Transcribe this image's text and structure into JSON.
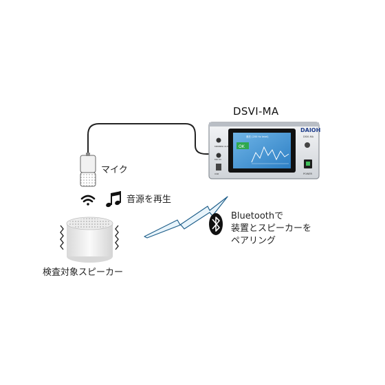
{
  "device": {
    "title": "DSVI-MA",
    "brand": "DAIOH",
    "model": "DSVI-MA",
    "screen_ok": "OK",
    "panel_labels": [
      "MEMBER OUT",
      "MIC IN",
      "USB"
    ],
    "power_label": "POWER",
    "screen_header": "音圧 (200 Hz level)"
  },
  "labels": {
    "mic": "マイク",
    "play": "音源を再生",
    "target": "検査対象スピーカー",
    "bluetooth_lines": [
      "Bluetoothで",
      "装置とスピーカーを",
      "ペアリング"
    ]
  },
  "icons": {
    "mic": "microphone-icon",
    "wifi": "wireless-signal-icon",
    "note": "music-note-icon",
    "bluetooth": "bluetooth-icon",
    "speaker": "speaker-cylinder-icon",
    "vibration": "vibration-icon",
    "lightning": "wireless-link-icon"
  },
  "colors": {
    "device_body": "#e8eaed",
    "screen": "#3a8fd0",
    "ok": "#2fa84f",
    "lightning": "#e8f4fb",
    "bluetooth": "#111111"
  }
}
